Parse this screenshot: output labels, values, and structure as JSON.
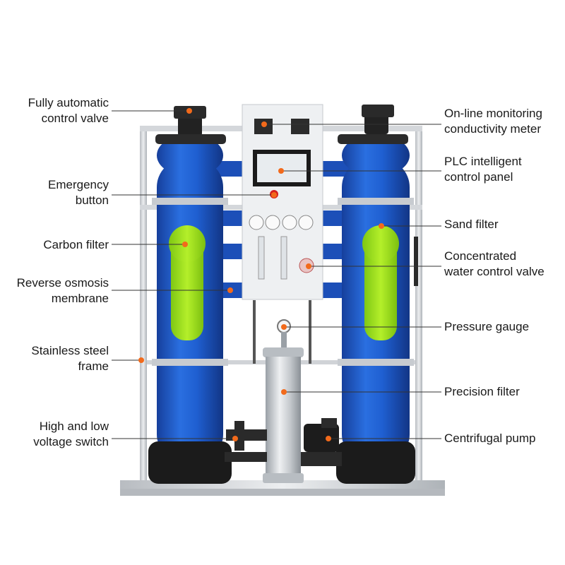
{
  "labels_left": [
    {
      "id": "fully-automatic-control-valve",
      "lines": [
        "Fully automatic",
        "control valve"
      ]
    },
    {
      "id": "emergency-button",
      "lines": [
        "Emergency",
        "button"
      ]
    },
    {
      "id": "carbon-filter",
      "lines": [
        "Carbon filter"
      ]
    },
    {
      "id": "reverse-osmosis-membrane",
      "lines": [
        "Reverse osmosis",
        "membrane"
      ]
    },
    {
      "id": "stainless-steel-frame",
      "lines": [
        "Stainless steel",
        "frame"
      ]
    },
    {
      "id": "high-and-low-voltage-switch",
      "lines": [
        "High and low",
        "voltage switch"
      ]
    }
  ],
  "labels_right": [
    {
      "id": "on-line-monitoring-conductivity-meter",
      "lines": [
        "On-line monitoring",
        "conductivity meter"
      ]
    },
    {
      "id": "plc-intelligent-control-panel",
      "lines": [
        "PLC intelligent",
        "control panel"
      ]
    },
    {
      "id": "sand-filter",
      "lines": [
        "Sand filter"
      ]
    },
    {
      "id": "concentrated-water-control-valve",
      "lines": [
        "Concentrated",
        "water control valve"
      ]
    },
    {
      "id": "pressure-gauge",
      "lines": [
        "Pressure gauge"
      ]
    },
    {
      "id": "precision-filter",
      "lines": [
        "Precision filter"
      ]
    },
    {
      "id": "centrifugal-pump",
      "lines": [
        "Centrifugal pump"
      ]
    }
  ],
  "colors": {
    "tank_blue": "#1f5fd1",
    "tank_base": "#1b1b1b",
    "window_green": "#9be21a",
    "marker_orange": "#f26a1b",
    "frame_steel": "#c9cdd2",
    "panel_white": "#f1f3f5",
    "leader_line": "#333333"
  }
}
